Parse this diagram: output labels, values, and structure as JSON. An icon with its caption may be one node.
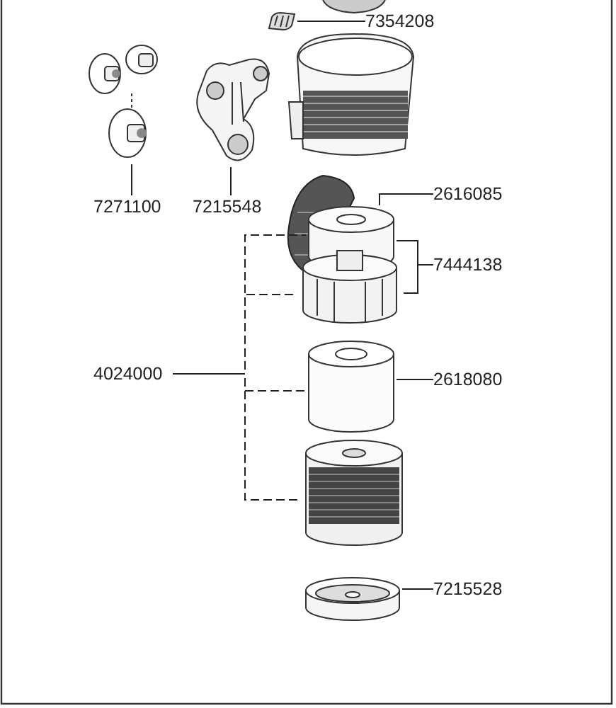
{
  "diagram": {
    "nodes": [
      {
        "text": [],
        "shape": "picture"
      },
      {
        "text": [
          "7354208"
        ]
      },
      {
        "text": [],
        "shape": "picture"
      },
      {
        "text": [],
        "shape": "picture"
      },
      {
        "text": [
          "7271100"
        ]
      },
      {
        "text": [
          "7215548"
        ]
      },
      {
        "text": [
          "2616085"
        ]
      },
      {
        "text": [],
        "shape": "picture"
      },
      {
        "text": [
          "7444138"
        ]
      },
      {
        "text": [],
        "shape": "picture"
      },
      {
        "text": [
          "4024000"
        ]
      },
      {
        "text": [],
        "shape": "cylinder"
      },
      {
        "text": [
          "2618080"
        ]
      },
      {
        "text": [],
        "shape": "picture"
      },
      {
        "text": [],
        "shape": "picture"
      },
      {
        "text": [
          "7215528"
        ]
      }
    ],
    "edges": [
      {
        "from": 1,
        "to": 0,
        "arrow": "none"
      },
      {
        "from": 4,
        "to": 2,
        "arrow": "none"
      },
      {
        "from": 5,
        "to": 3,
        "arrow": "none"
      },
      {
        "from": 6,
        "to": 7,
        "arrow": "none"
      },
      {
        "from": 8,
        "to": 7,
        "arrow": "none"
      },
      {
        "from": 8,
        "to": 9,
        "arrow": "none"
      },
      {
        "from": 10,
        "to": 7,
        "arrow": "none",
        "style": "dashed"
      },
      {
        "from": 10,
        "to": 9,
        "arrow": "none",
        "style": "dashed"
      },
      {
        "from": 10,
        "to": 11,
        "arrow": "none",
        "style": "dashed"
      },
      {
        "from": 10,
        "to": 13,
        "arrow": "none",
        "style": "dashed"
      },
      {
        "from": 12,
        "to": 11,
        "arrow": "none"
      },
      {
        "from": 15,
        "to": 14,
        "arrow": "none"
      }
    ]
  }
}
